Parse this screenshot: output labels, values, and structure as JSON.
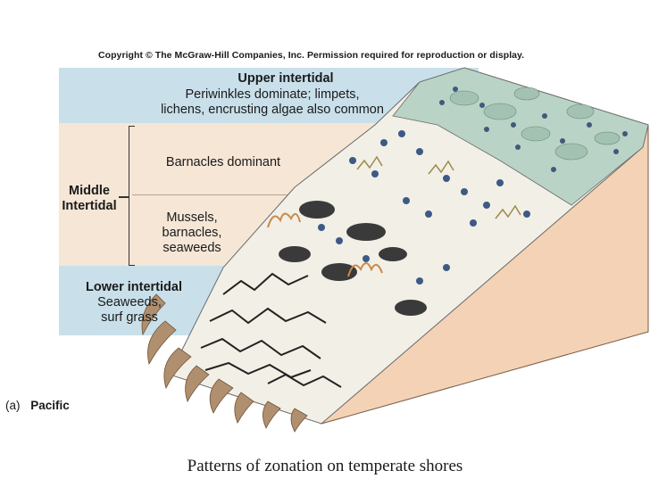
{
  "copyright": "Copyright © The McGraw-Hill Companies, Inc. Permission required for reproduction or display.",
  "zones": {
    "upper": {
      "title": "Upper intertidal",
      "line1": "Periwinkles dominate; limpets,",
      "line2": "lichens, encrusting algae also common"
    },
    "middle": {
      "title_line1": "Middle",
      "title_line2": "Intertidal",
      "upper_text": "Barnacles dominant",
      "lower_line1": "Mussels,",
      "lower_line2": "barnacles,",
      "lower_line3": "seaweeds"
    },
    "lower": {
      "title": "Lower intertidal",
      "line1": "Seaweeds,",
      "line2": "surf grass"
    }
  },
  "panel": {
    "letter": "(a)",
    "name": "Pacific"
  },
  "caption": "Patterns of zonation on temperate shores",
  "colors": {
    "sky_blue": "#c9e0ea",
    "sand": "#f5e6d6",
    "cliff": "#f3d2b6",
    "seaweed": "#b08f6e",
    "mussel": "#3d5a86"
  }
}
